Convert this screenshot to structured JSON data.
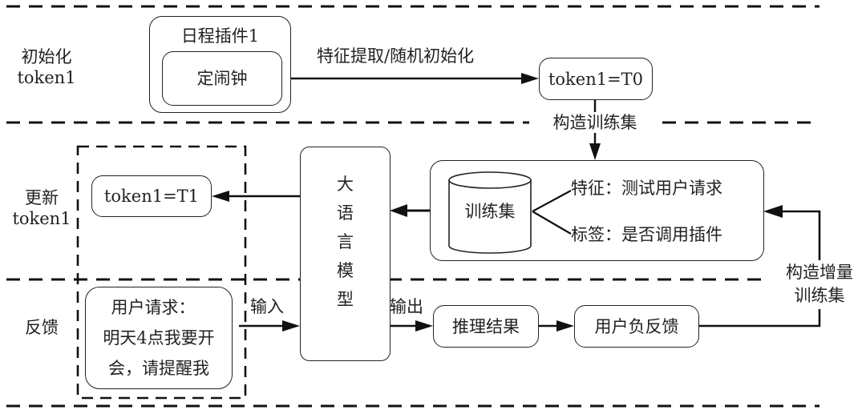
{
  "stages": [
    {
      "id": "init",
      "label_line1": "初始化",
      "label_line2": "token1"
    },
    {
      "id": "update",
      "label_line1": "更新",
      "label_line2": "token1"
    },
    {
      "id": "feedback",
      "label_line1": "反馈",
      "label_line2": ""
    }
  ],
  "init": {
    "plugin_title": "日程插件1",
    "plugin_function": "定闹钟",
    "edge_label": "特征提取/随机初始化",
    "token_initial": "token1=T0"
  },
  "build_trainset_label": "构造训练集",
  "trainset": {
    "name": "训练集",
    "feature": "特征：测试用户请求",
    "label": "标签：是否调用插件"
  },
  "llm": {
    "chars": [
      "大",
      "语",
      "言",
      "模",
      "型"
    ]
  },
  "update": {
    "token_updated": "token1=T1"
  },
  "feedback": {
    "user_request_lines": [
      "用户请求：",
      "明天4点我要开",
      "会，请提醒我"
    ],
    "input_label": "输入",
    "output_label": "输出",
    "inference_result": "推理结果",
    "negative_feedback": "用户负反馈",
    "incremental_label_line1": "构造增量",
    "incremental_label_line2": "训练集"
  }
}
